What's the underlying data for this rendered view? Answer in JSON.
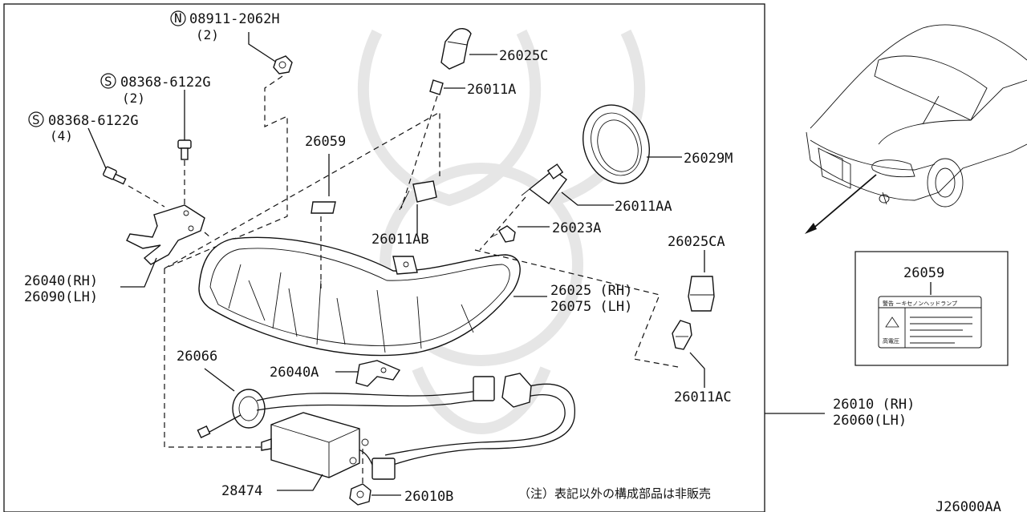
{
  "parts": {
    "nut_code": "08911-2062H",
    "nut_qty": "(2)",
    "nut_prefix": "N",
    "screw1_code": "08368-6122G",
    "screw1_qty": "(2)",
    "screw1_prefix": "S",
    "screw2_code": "08368-6122G",
    "screw2_qty": "(4)",
    "screw2_prefix": "S",
    "p26025C": "26025C",
    "p26011A": "26011A",
    "p26059": "26059",
    "p26029M": "26029M",
    "p26011AA": "26011AA",
    "p26011AB": "26011AB",
    "p26023A": "26023A",
    "p26025CA": "26025CA",
    "p26040_rh": "26040(RH)",
    "p26090_lh": "26090(LH)",
    "p26025_rh": "26025 (RH)",
    "p26075_lh": "26075 (LH)",
    "p26066": "26066",
    "p26040A": "26040A",
    "p26011AC": "26011AC",
    "p28474": "28474",
    "p26010B": "26010B",
    "assy_rh": "26010 (RH)",
    "assy_lh": "26060(LH)"
  },
  "inset_label": {
    "part": "26059",
    "warning_text": "警告 ーキセノンヘッドランプ",
    "small_text": "高電圧"
  },
  "note": "（注）表記以外の構成部品は非販売",
  "diagram_code": "J26000AA"
}
